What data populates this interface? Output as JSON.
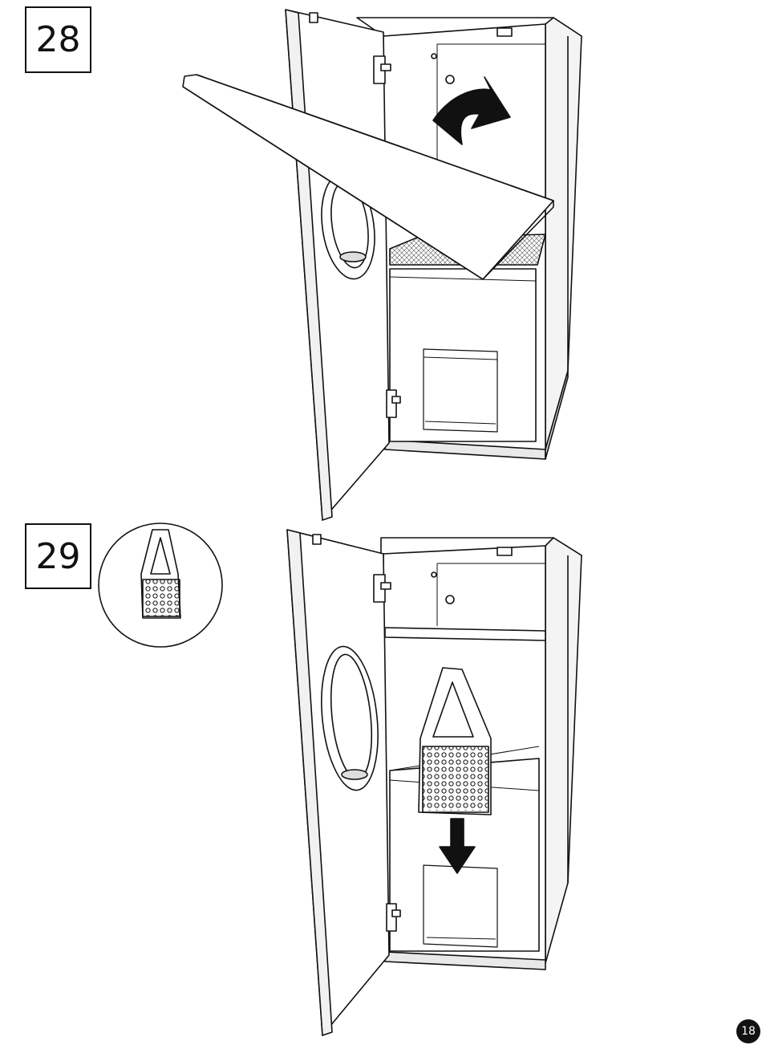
{
  "steps": [
    {
      "number": "28"
    },
    {
      "number": "29"
    }
  ],
  "page_number": "18",
  "colors": {
    "line": "#111111",
    "fill": "#ffffff",
    "shade": "#e9e9e9"
  },
  "icons": [
    "curved-arrow-icon",
    "down-arrow-icon",
    "scoop-detail-icon"
  ]
}
